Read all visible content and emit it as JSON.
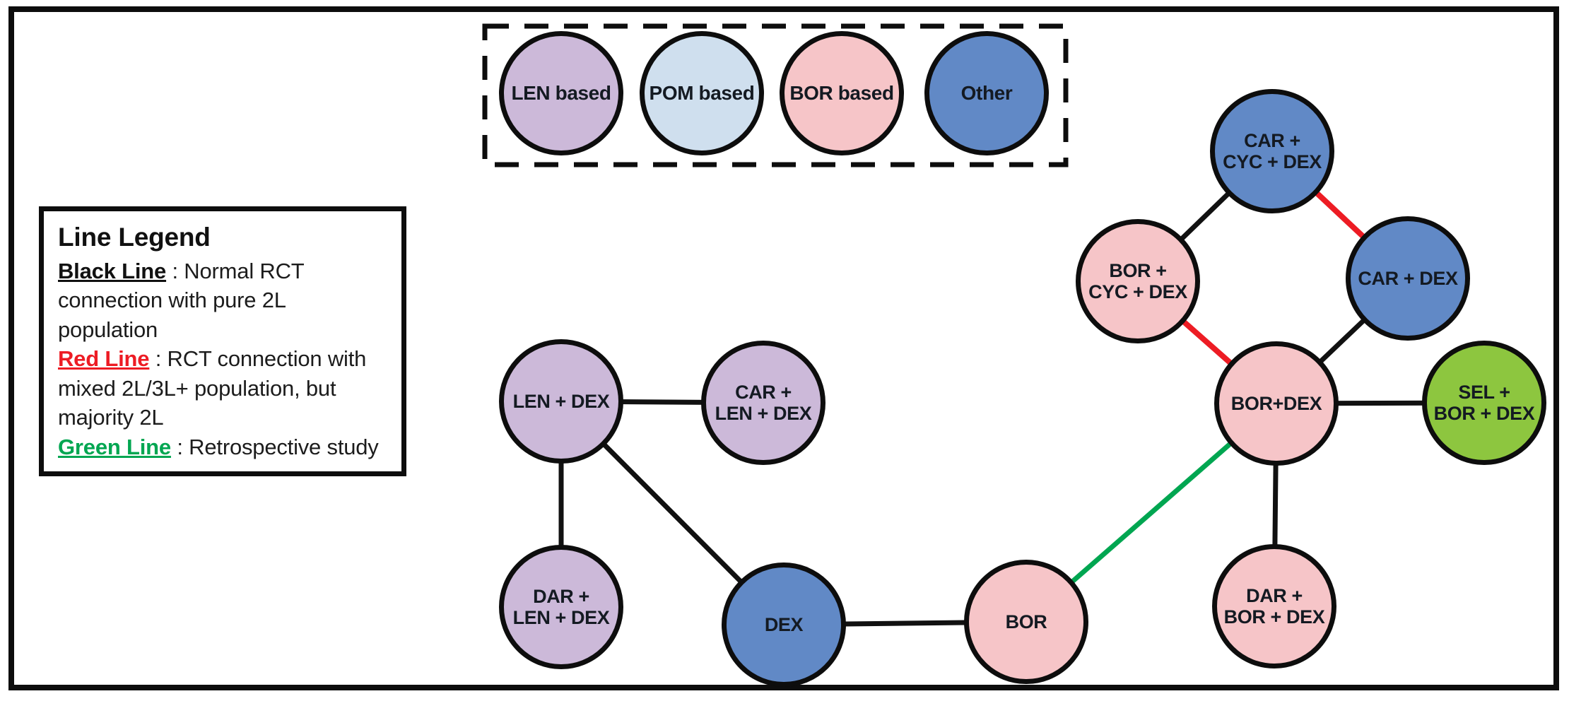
{
  "category_legend": {
    "items": [
      {
        "label": "LEN based",
        "color": "#ccb9d9"
      },
      {
        "label": "POM based",
        "color": "#cfdfee"
      },
      {
        "label": "BOR based",
        "color": "#f6c5c8"
      },
      {
        "label": "Other",
        "color": "#6189c6"
      }
    ]
  },
  "line_legend": {
    "title": "Line Legend",
    "entries": [
      {
        "term": "Black Line",
        "color": "#111111",
        "description": " : Normal RCT connection with pure 2L population"
      },
      {
        "term": "Red Line",
        "color": "#ed1c24",
        "description": " : RCT connection with mixed 2L/3L+ population, but majority 2L"
      },
      {
        "term": "Green Line",
        "color": "#00a651",
        "description": " : Retrospective study"
      }
    ]
  },
  "network": {
    "nodes": [
      {
        "id": "len-dex",
        "lines": [
          "LEN + DEX"
        ],
        "category": "LEN based",
        "color": "#ccb9d9"
      },
      {
        "id": "car-len-dex",
        "lines": [
          "CAR +",
          "LEN + DEX"
        ],
        "category": "LEN based",
        "color": "#ccb9d9"
      },
      {
        "id": "dar-len-dex",
        "lines": [
          "DAR +",
          "LEN + DEX"
        ],
        "category": "LEN based",
        "color": "#ccb9d9"
      },
      {
        "id": "dex",
        "lines": [
          "DEX"
        ],
        "category": "Other",
        "color": "#6189c6"
      },
      {
        "id": "bor",
        "lines": [
          "BOR"
        ],
        "category": "BOR based",
        "color": "#f6c5c8"
      },
      {
        "id": "bor-dex",
        "lines": [
          "BOR+DEX"
        ],
        "category": "BOR based",
        "color": "#f6c5c8"
      },
      {
        "id": "sel-bor-dex",
        "lines": [
          "SEL +",
          "BOR + DEX"
        ],
        "category": "",
        "color": "#8dc63f"
      },
      {
        "id": "dar-bor-dex",
        "lines": [
          "DAR +",
          "BOR + DEX"
        ],
        "category": "BOR based",
        "color": "#f6c5c8"
      },
      {
        "id": "car-dex",
        "lines": [
          "CAR + DEX"
        ],
        "category": "Other",
        "color": "#6189c6"
      },
      {
        "id": "bor-cyc-dex",
        "lines": [
          "BOR +",
          "CYC + DEX"
        ],
        "category": "BOR based",
        "color": "#f6c5c8"
      },
      {
        "id": "car-cyc-dex",
        "lines": [
          "CAR +",
          "CYC + DEX"
        ],
        "category": "Other",
        "color": "#6189c6"
      }
    ],
    "edges": [
      {
        "from": "len-dex",
        "to": "car-len-dex",
        "type": "black"
      },
      {
        "from": "len-dex",
        "to": "dar-len-dex",
        "type": "black"
      },
      {
        "from": "len-dex",
        "to": "dex",
        "type": "black"
      },
      {
        "from": "dex",
        "to": "bor",
        "type": "black"
      },
      {
        "from": "bor",
        "to": "bor-dex",
        "type": "green"
      },
      {
        "from": "bor-dex",
        "to": "dar-bor-dex",
        "type": "black"
      },
      {
        "from": "bor-dex",
        "to": "sel-bor-dex",
        "type": "black"
      },
      {
        "from": "bor-dex",
        "to": "car-dex",
        "type": "black"
      },
      {
        "from": "bor-dex",
        "to": "bor-cyc-dex",
        "type": "red"
      },
      {
        "from": "bor-cyc-dex",
        "to": "car-cyc-dex",
        "type": "black"
      },
      {
        "from": "car-cyc-dex",
        "to": "car-dex",
        "type": "red"
      }
    ],
    "edge_colors": {
      "black": "#111111",
      "red": "#ed1c24",
      "green": "#00a651"
    }
  }
}
